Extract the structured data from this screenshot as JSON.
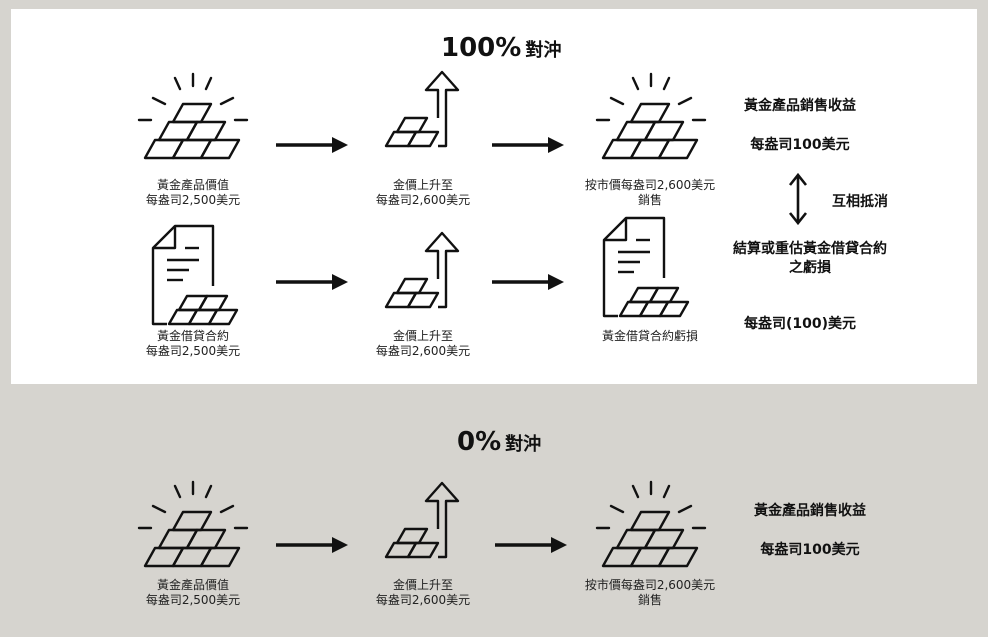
{
  "section_100": {
    "title_pct": "100%",
    "title_word": "對沖",
    "row1": {
      "product_value_line1": "黃金產品價值",
      "product_value_line2": "每盎司2,500美元",
      "price_rise_line1": "金價上升至",
      "price_rise_line2": "每盎司2,600美元",
      "market_sale_line1": "按市價每盎司2,600美元",
      "market_sale_line2": "銷售",
      "revenue_label": "黃金產品銷售收益",
      "revenue_amount": "每盎司100美元"
    },
    "offset_label": "互相抵消",
    "row2": {
      "contract_line1": "黃金借貸合約",
      "contract_line2": "每盎司2,500美元",
      "price_rise_line1": "金價上升至",
      "price_rise_line2": "每盎司2,600美元",
      "contract_loss": "黃金借貸合約虧損",
      "loss_label": "結算或重估黃金借貸合約之虧損",
      "loss_amount": "每盎司(100)美元"
    }
  },
  "section_0": {
    "title_pct": "0%",
    "title_word": "對沖",
    "product_value_line1": "黃金產品價值",
    "product_value_line2": "每盎司2,500美元",
    "price_rise_line1": "金價上升至",
    "price_rise_line2": "每盎司2,600美元",
    "market_sale_line1": "按市價每盎司2,600美元",
    "market_sale_line2": "銷售",
    "revenue_label": "黃金產品銷售收益",
    "revenue_amount": "每盎司100美元"
  },
  "colors": {
    "top_panel": "#ffffff",
    "bottom_panel": "#d6d4cf",
    "ink": "#111111"
  },
  "icons": [
    "shining-gold-bars-icon",
    "rising-gold-bars-icon",
    "gold-contract-document-icon",
    "right-arrow-icon",
    "double-vertical-arrow-icon"
  ]
}
